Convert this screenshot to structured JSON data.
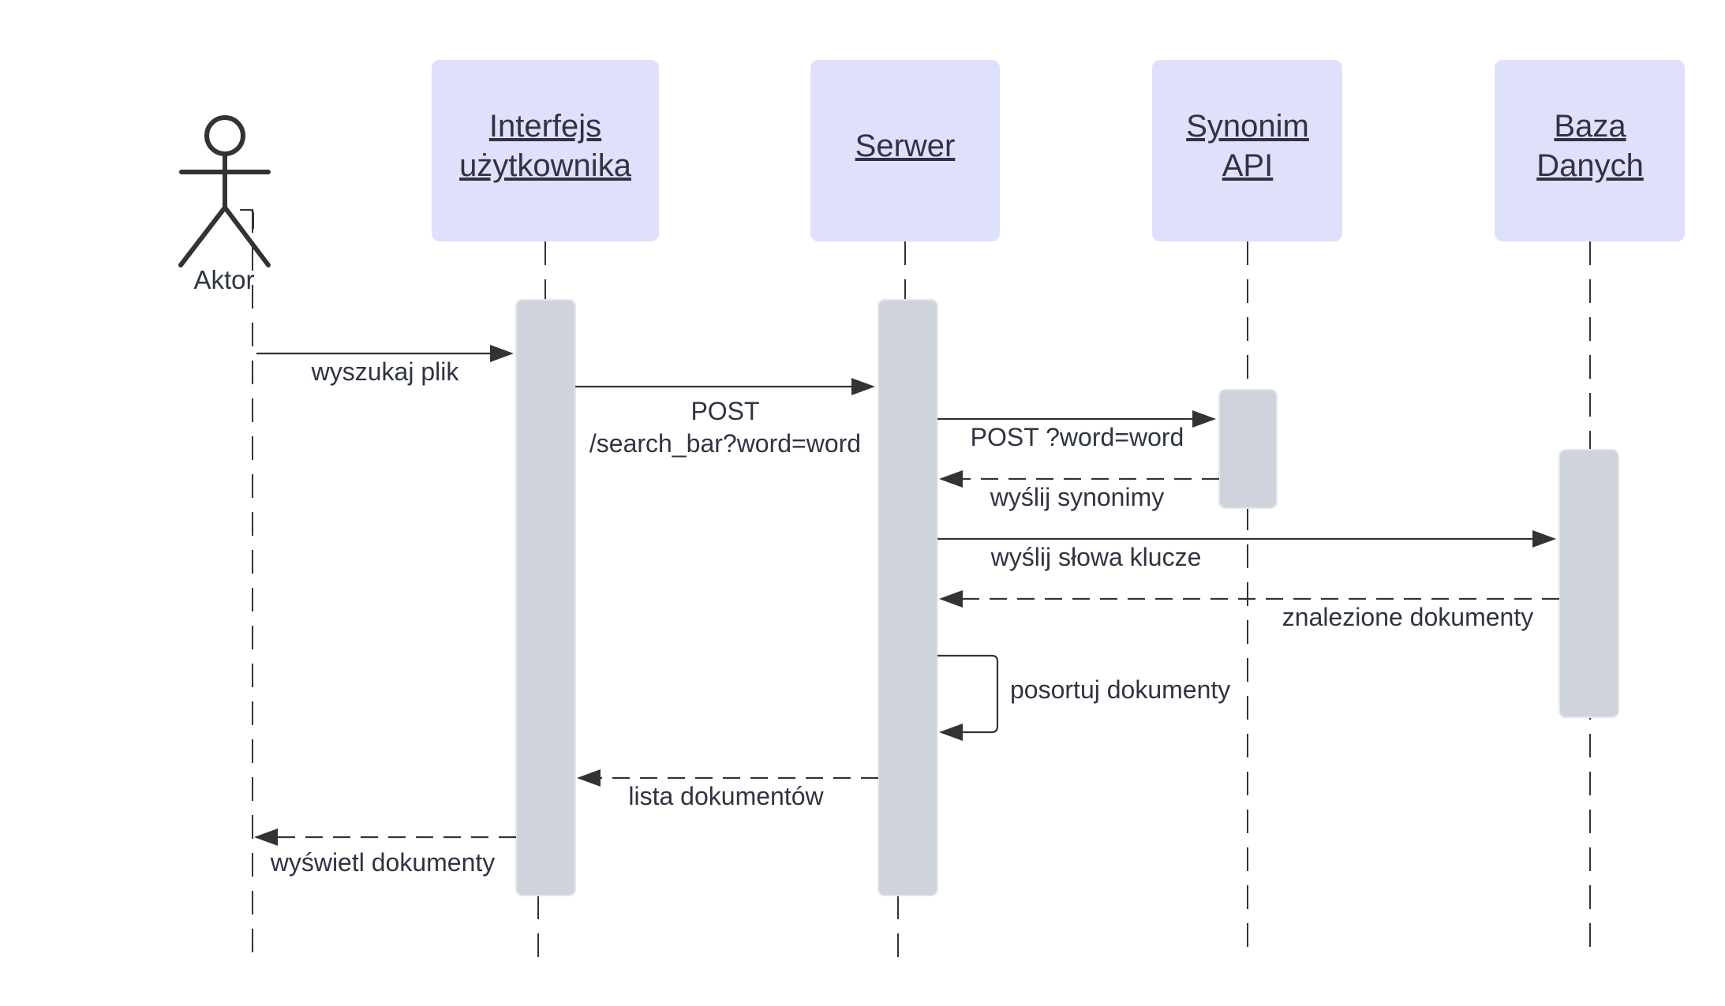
{
  "actor": {
    "label": "Aktor"
  },
  "participants": [
    {
      "lines": [
        "Interfejs",
        "użytkownika"
      ]
    },
    {
      "lines": [
        "Serwer"
      ]
    },
    {
      "lines": [
        "Synonim",
        "API"
      ]
    },
    {
      "lines": [
        "Baza",
        "Danych"
      ]
    }
  ],
  "messages": [
    {
      "lines": [
        "wyszukaj plik"
      ],
      "style": "solid"
    },
    {
      "lines": [
        "POST",
        "/search_bar?word=word"
      ],
      "style": "solid"
    },
    {
      "lines": [
        "POST ?word=word"
      ],
      "style": "solid"
    },
    {
      "lines": [
        "wyślij synonimy"
      ],
      "style": "dashed"
    },
    {
      "lines": [
        "wyślij słowa klucze"
      ],
      "style": "solid"
    },
    {
      "lines": [
        "znalezione dokumenty"
      ],
      "style": "dashed"
    },
    {
      "lines": [
        "posortuj dokumenty"
      ],
      "style": "self"
    },
    {
      "lines": [
        "lista dokumentów"
      ],
      "style": "dashed"
    },
    {
      "lines": [
        "wyświetl dokumenty"
      ],
      "style": "dashed"
    }
  ],
  "colors": {
    "participant_fill": "#dfe0fc",
    "activation_fill": "#cfd4dc",
    "line": "#333333",
    "text": "#2e3440"
  }
}
